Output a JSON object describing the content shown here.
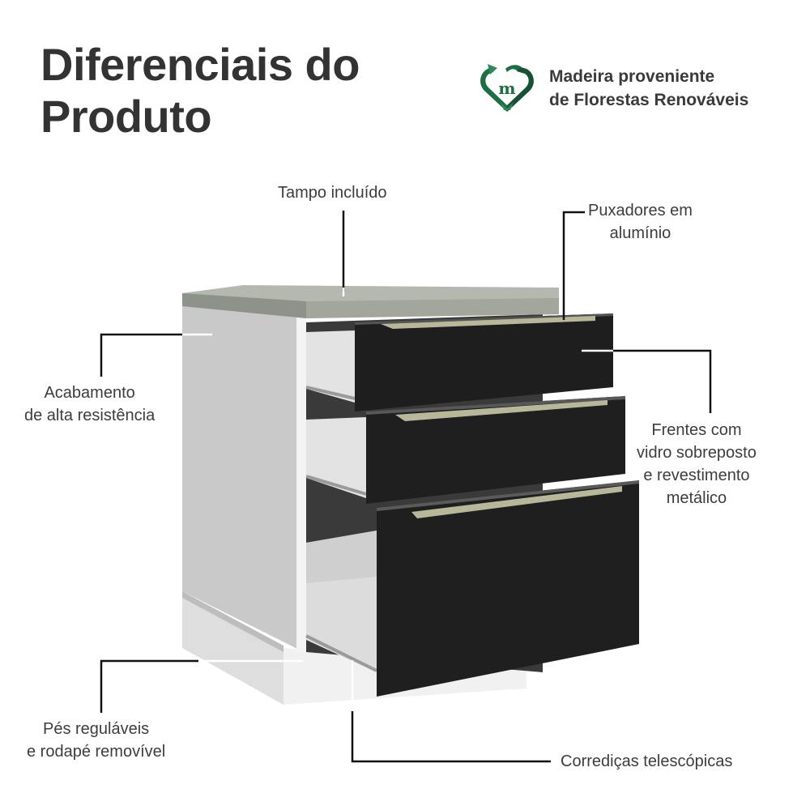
{
  "header": {
    "title_line1": "Diferenciais do",
    "title_line2": "Produto"
  },
  "badge": {
    "icon": "recycle-heart-m-icon",
    "line1": "Madeira proveniente",
    "line2": "de Florestas Renováveis",
    "color": "#1e6e45"
  },
  "callouts": {
    "tampo": {
      "line1": "Tampo incluído"
    },
    "puxadores": {
      "line1": "Puxadores em",
      "line2": "alumínio"
    },
    "acabamento": {
      "line1": "Acabamento",
      "line2": "de alta resistência"
    },
    "frentes": {
      "line1": "Frentes com",
      "line2": "vidro sobreposto",
      "line3": "e revestimento",
      "line4": "metálico"
    },
    "pes": {
      "line1": "Pés reguláveis",
      "line2": "e rodapé removível"
    },
    "corredicas": {
      "line1": "Corrediças telescópicas"
    }
  },
  "product": {
    "type": "drawer-cabinet",
    "drawers": 3,
    "colors": {
      "body": "#e9e9e9",
      "front": "#1f1f1f",
      "countertop": "#9ea39a",
      "handle": "#b8b79a"
    }
  }
}
